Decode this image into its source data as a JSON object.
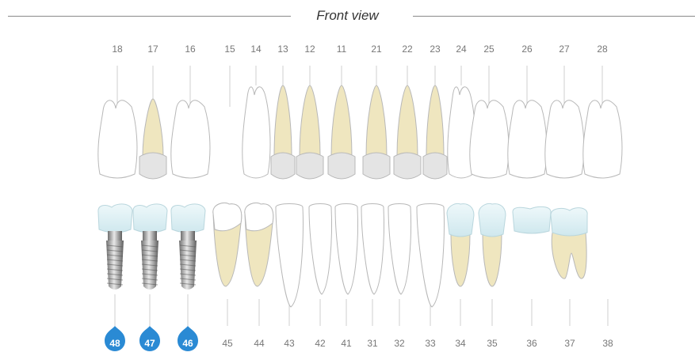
{
  "title": "Front view",
  "colors": {
    "outline": "#b8b8b8",
    "root": "#efe6bf",
    "crown": "#e4e4e4",
    "ceramic": "#d8eef3",
    "badge": "#2a8ad4",
    "label": "#777777"
  },
  "upper_teeth": [
    {
      "id": "18",
      "label": "18",
      "state": "outline"
    },
    {
      "id": "17",
      "label": "17",
      "state": "restored"
    },
    {
      "id": "16",
      "label": "16",
      "state": "outline"
    },
    {
      "id": "15",
      "label": "15",
      "state": "missing"
    },
    {
      "id": "14",
      "label": "14",
      "state": "outline"
    },
    {
      "id": "13",
      "label": "13",
      "state": "restored"
    },
    {
      "id": "12",
      "label": "12",
      "state": "restored"
    },
    {
      "id": "11",
      "label": "11",
      "state": "restored"
    },
    {
      "id": "21",
      "label": "21",
      "state": "restored"
    },
    {
      "id": "22",
      "label": "22",
      "state": "restored"
    },
    {
      "id": "23",
      "label": "23",
      "state": "restored"
    },
    {
      "id": "24",
      "label": "24",
      "state": "outline"
    },
    {
      "id": "25",
      "label": "25",
      "state": "outline"
    },
    {
      "id": "26",
      "label": "26",
      "state": "outline"
    },
    {
      "id": "27",
      "label": "27",
      "state": "outline"
    },
    {
      "id": "28",
      "label": "28",
      "state": "outline"
    }
  ],
  "lower_teeth": [
    {
      "id": "48",
      "label": "48",
      "state": "implant",
      "selected": true
    },
    {
      "id": "47",
      "label": "47",
      "state": "implant",
      "selected": true
    },
    {
      "id": "46",
      "label": "46",
      "state": "implant",
      "selected": true
    },
    {
      "id": "45",
      "label": "45",
      "state": "restored"
    },
    {
      "id": "44",
      "label": "44",
      "state": "restored"
    },
    {
      "id": "43",
      "label": "43",
      "state": "outline"
    },
    {
      "id": "42",
      "label": "42",
      "state": "outline"
    },
    {
      "id": "41",
      "label": "41",
      "state": "outline"
    },
    {
      "id": "31",
      "label": "31",
      "state": "outline"
    },
    {
      "id": "32",
      "label": "32",
      "state": "outline"
    },
    {
      "id": "33",
      "label": "33",
      "state": "outline"
    },
    {
      "id": "34",
      "label": "34",
      "state": "crowned"
    },
    {
      "id": "35",
      "label": "35",
      "state": "crowned"
    },
    {
      "id": "36",
      "label": "36",
      "state": "pontic"
    },
    {
      "id": "37",
      "label": "37",
      "state": "crowned"
    },
    {
      "id": "38",
      "label": "38",
      "state": "missing"
    }
  ]
}
